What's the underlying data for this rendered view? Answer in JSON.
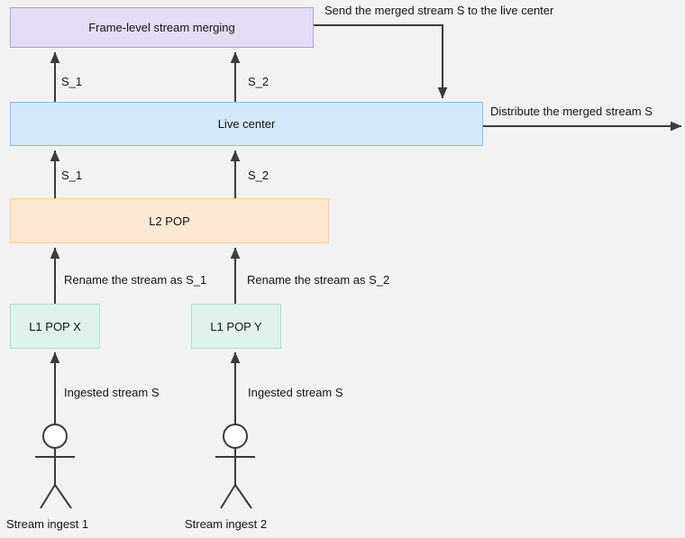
{
  "colors": {
    "background": "#F2F2F2",
    "edge_stroke": "#3B3B3B",
    "text": "#141414",
    "frame_merging_fill": "#E3DCF4",
    "frame_merging_border": "#AFA3DC",
    "live_center_fill": "#D3E7FB",
    "live_center_border": "#8FBEF1",
    "l2_pop_fill": "#FFE8D1",
    "l2_pop_border": "#FFCF9E",
    "l1_pop_fill": "#DFF3EC",
    "l1_pop_border": "#AEE0D0",
    "actor_head_fill": "#FFFFFF"
  },
  "nodes": {
    "frame_merging": "Frame-level stream merging",
    "live_center": "Live center",
    "l2_pop": "L2 POP",
    "l1_pop_x": "L1 POP X",
    "l1_pop_y": "L1 POP Y"
  },
  "edge_labels": {
    "send_merged": "Send the merged stream S to the live center",
    "distribute": "Distribute the merged stream S",
    "s1_upper": "S_1",
    "s2_upper": "S_2",
    "s1_lower": "S_1",
    "s2_lower": "S_2",
    "rename_s1": "Rename the stream as S_1",
    "rename_s2": "Rename the stream as S_2",
    "ingest_left": "Ingested stream S",
    "ingest_right": "Ingested stream S"
  },
  "actors": {
    "left_label": "Stream ingest 1",
    "right_label": "Stream ingest 2"
  }
}
